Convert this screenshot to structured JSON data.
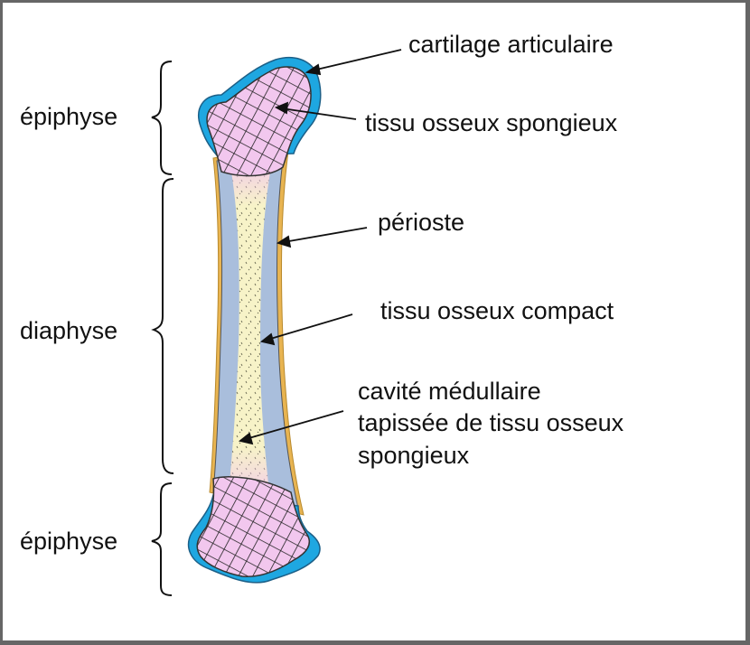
{
  "labels": {
    "cartilage": "cartilage articulaire",
    "spongieux": "tissu osseux spongieux",
    "perioste": "périoste",
    "compact": "tissu osseux compact",
    "cavite_1": "cavité médullaire",
    "cavite_2": "tapissée de tissu osseux",
    "cavite_3": "spongieux"
  },
  "regions": {
    "epiphyse_top": "épiphyse",
    "diaphyse": "diaphyse",
    "epiphyse_bottom": "épiphyse"
  },
  "colors": {
    "cartilage": "#1ea7e1",
    "spongy": "#f2c7ee",
    "spongy_grid": "#222222",
    "compact": "#a9bedc",
    "marrow": "#f7f3c8",
    "periosteum": "#e8b451",
    "outline": "#333333"
  }
}
